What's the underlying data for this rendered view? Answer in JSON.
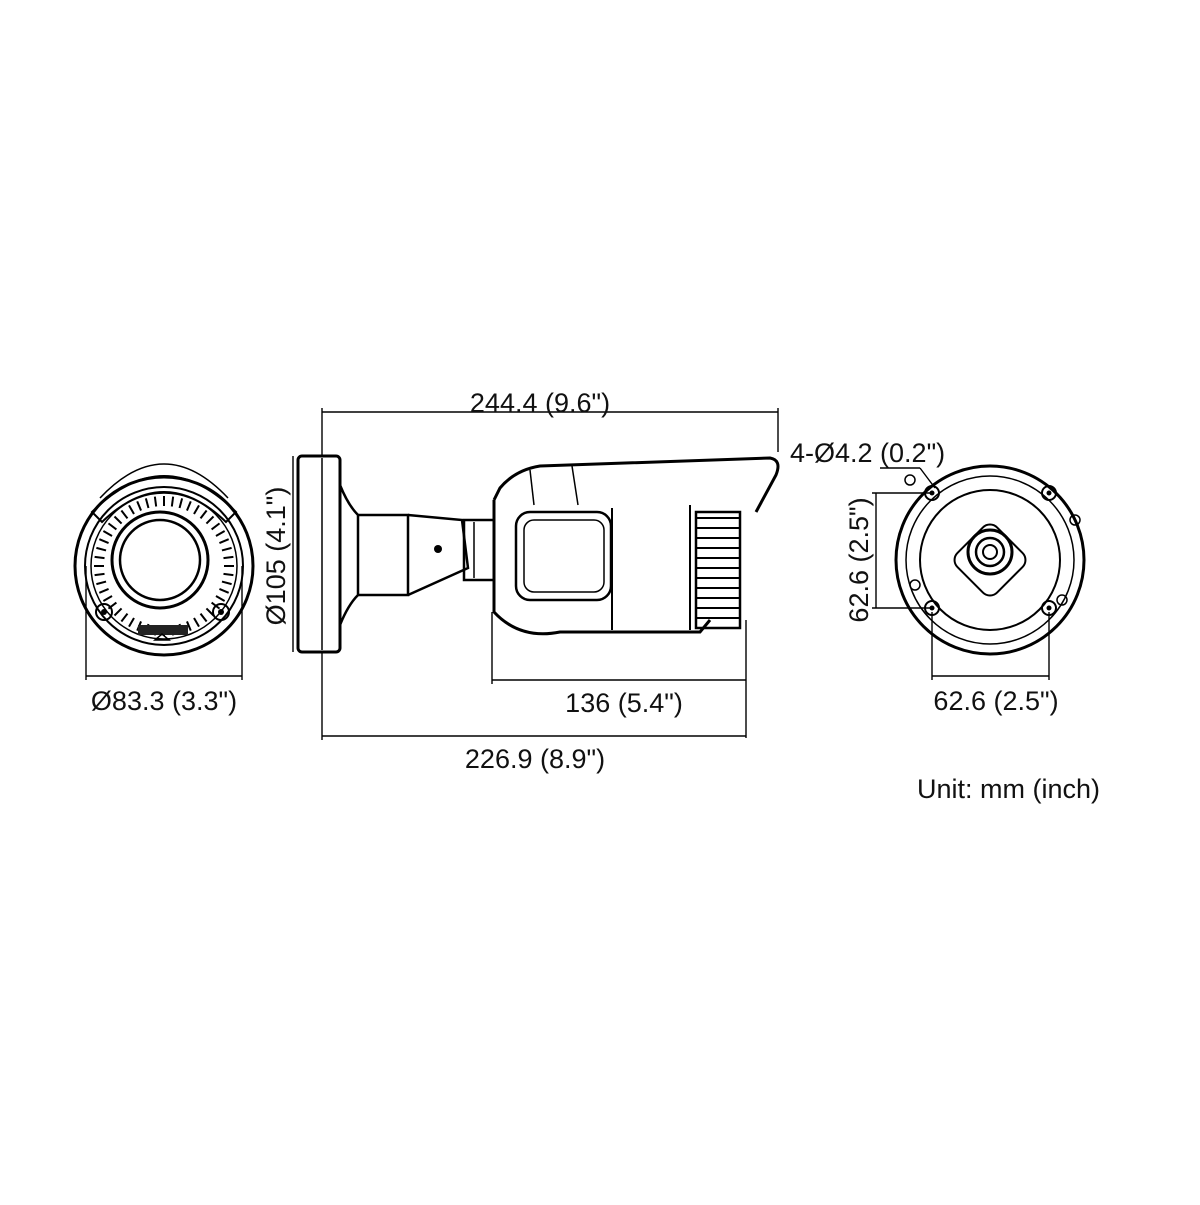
{
  "drawing": {
    "front_view": {
      "diameter_label": "Ø83.3 (3.3\")"
    },
    "side_view": {
      "overall_length_label": "244.4 (9.6\")",
      "mount_diameter_label": "Ø105 (4.1\")",
      "body_length_label": "136 (5.4\")",
      "base_length_label": "226.9 (8.9\")"
    },
    "base_view": {
      "hole_label": "4-Ø4.2 (0.2\")",
      "vertical_spacing_label": "62.6 (2.5\")",
      "horizontal_spacing_label": "62.6 (2.5\")"
    },
    "unit_label": "Unit: mm (inch)"
  }
}
